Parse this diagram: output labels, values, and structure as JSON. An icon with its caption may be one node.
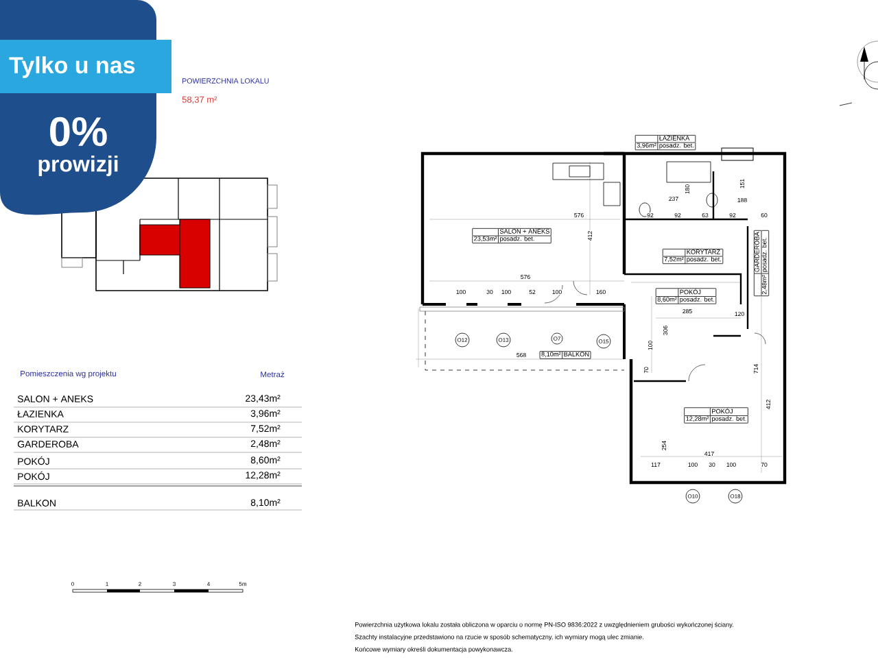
{
  "diagram": {
    "nodes": [
      {
        "text": [
          "Tylko u nas",
          "0%",
          "prowizji"
        ]
      },
      {
        "text": [
          "SALON + ANEKS",
          "23,53m²",
          "posadz. bet."
        ]
      },
      {
        "text": [
          "ŁAZIENKA",
          "3,96m²",
          "posadz. bet."
        ]
      },
      {
        "text": [
          "KORYTARZ",
          "7,52m²",
          "posadz. bet."
        ]
      },
      {
        "text": [
          "GARDEROBA",
          "2,48m²",
          "posadz. bet."
        ]
      },
      {
        "text": [
          "POKÓJ",
          "8,60m²",
          "posadz. bet."
        ]
      },
      {
        "text": [
          "8,10m²",
          "BALKON"
        ]
      },
      {
        "text": [
          "POKÓJ",
          "12,28m²",
          "posadz. bet."
        ]
      },
      {
        "text": [
          "O12"
        ]
      },
      {
        "text": [
          "O13"
        ]
      },
      {
        "text": [
          "O7"
        ]
      },
      {
        "text": [
          "O15"
        ]
      },
      {
        "text": [
          "O10"
        ]
      },
      {
        "text": [
          "O18"
        ]
      }
    ],
    "edges": [],
    "labels": [
      "POWIERZCHNIA LOKALU",
      "58,37 m²",
      "Pomieszczenia wg projektu",
      "Metraż",
      "SALON + ANEKS",
      "23,43m²",
      "ŁAZIENKA",
      "3,96m²",
      "KORYTARZ",
      "7,52m²",
      "GARDEROBA",
      "2,48m²",
      "POKÓJ",
      "8,60m²",
      "POKÓJ",
      "12,28m²",
      "BALKON",
      "8,10m²",
      "0",
      "1",
      "2",
      "3",
      "4",
      "5m",
      "Powierzchnia użytkowa lokalu została obliczona w oparciu o normę PN-ISO 9836:2022 z uwzględnieniem grubości wykończonej ściany.",
      "Szachty instalacyjne przedstawiono na rzucie w sposób schematyczny, ich wymiary mogą ulec zmianie.",
      "Końcowe wymiary określi dokumentacja powykonawcza.",
      "576",
      "412",
      "576",
      "100",
      "30",
      "100",
      "52",
      "100",
      "160",
      "568",
      "237",
      "180",
      "151",
      "188",
      "92",
      "92",
      "63",
      "92",
      "60",
      "285",
      "306",
      "100",
      "70",
      "120",
      "714",
      "412",
      "254",
      "417",
      "117",
      "100",
      "30",
      "100",
      "70"
    ]
  }
}
